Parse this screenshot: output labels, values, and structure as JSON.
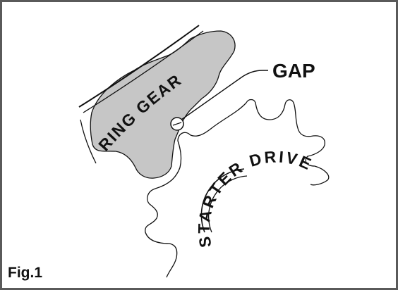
{
  "labels": {
    "ring_gear": "RING GEAR",
    "starter_drive": "STARTER DRIVE",
    "gap": "GAP",
    "figure": "Fig.1"
  },
  "colors": {
    "ring_gear_fill": "#c6c6c6",
    "stroke": "#111111",
    "frame": "#5a5a5a",
    "background": "#ffffff"
  }
}
